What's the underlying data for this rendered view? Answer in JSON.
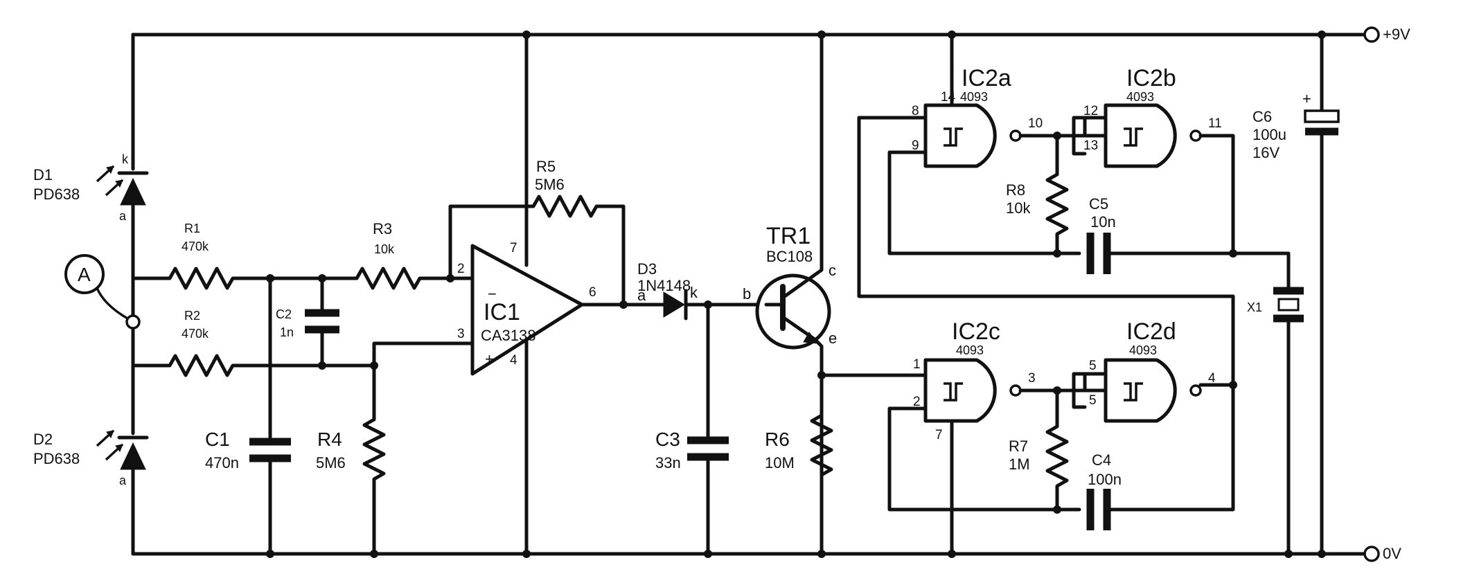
{
  "rails": {
    "vplus": "+9V",
    "zero": "0V"
  },
  "photodiodes": {
    "d1": {
      "ref": "D1",
      "part": "PD638",
      "k": "k",
      "a": "a"
    },
    "d2": {
      "ref": "D2",
      "part": "PD638",
      "a": "a"
    }
  },
  "meter": {
    "label": "A"
  },
  "resistors": {
    "r1": {
      "ref": "R1",
      "value": "470k"
    },
    "r2": {
      "ref": "R2",
      "value": "470k"
    },
    "r3": {
      "ref": "R3",
      "value": "10k"
    },
    "r4": {
      "ref": "R4",
      "value": "5M6"
    },
    "r5": {
      "ref": "R5",
      "value": "5M6"
    },
    "r6": {
      "ref": "R6",
      "value": "10M"
    },
    "r7": {
      "ref": "R7",
      "value": "1M"
    },
    "r8": {
      "ref": "R8",
      "value": "10k"
    }
  },
  "capacitors": {
    "c1": {
      "ref": "C1",
      "value": "470n"
    },
    "c2": {
      "ref": "C2",
      "value": "1n"
    },
    "c3": {
      "ref": "C3",
      "value": "33n"
    },
    "c4": {
      "ref": "C4",
      "value": "100n"
    },
    "c5": {
      "ref": "C5",
      "value": "10n"
    },
    "c6": {
      "ref": "C6",
      "value": "100u",
      "voltage": "16V",
      "plus": "+"
    }
  },
  "opamp": {
    "ref": "IC1",
    "part": "CA3138",
    "minus": "−",
    "plus": "+",
    "pins": {
      "p2": "2",
      "p3": "3",
      "p4": "4",
      "p6": "6",
      "p7": "7"
    }
  },
  "diode_d3": {
    "ref": "D3",
    "part": "1N4148",
    "a": "a",
    "k": "k"
  },
  "transistor": {
    "ref": "TR1",
    "part": "BC108",
    "b": "b",
    "c": "c",
    "e": "e"
  },
  "gates": {
    "ic2a": {
      "ref": "IC2a",
      "part": "4093",
      "pins": {
        "in1": "8",
        "in2": "9",
        "out": "10",
        "vdd": "14"
      }
    },
    "ic2b": {
      "ref": "IC2b",
      "part": "4093",
      "pins": {
        "in1": "12",
        "in2": "13",
        "out": "11"
      }
    },
    "ic2c": {
      "ref": "IC2c",
      "part": "4093",
      "pins": {
        "in1": "1",
        "in2": "2",
        "out": "3",
        "vss": "7"
      }
    },
    "ic2d": {
      "ref": "IC2d",
      "part": "4093",
      "pins": {
        "in1": "5",
        "in2": "5",
        "out": "4"
      }
    }
  },
  "buzzer": {
    "ref": "X1"
  }
}
